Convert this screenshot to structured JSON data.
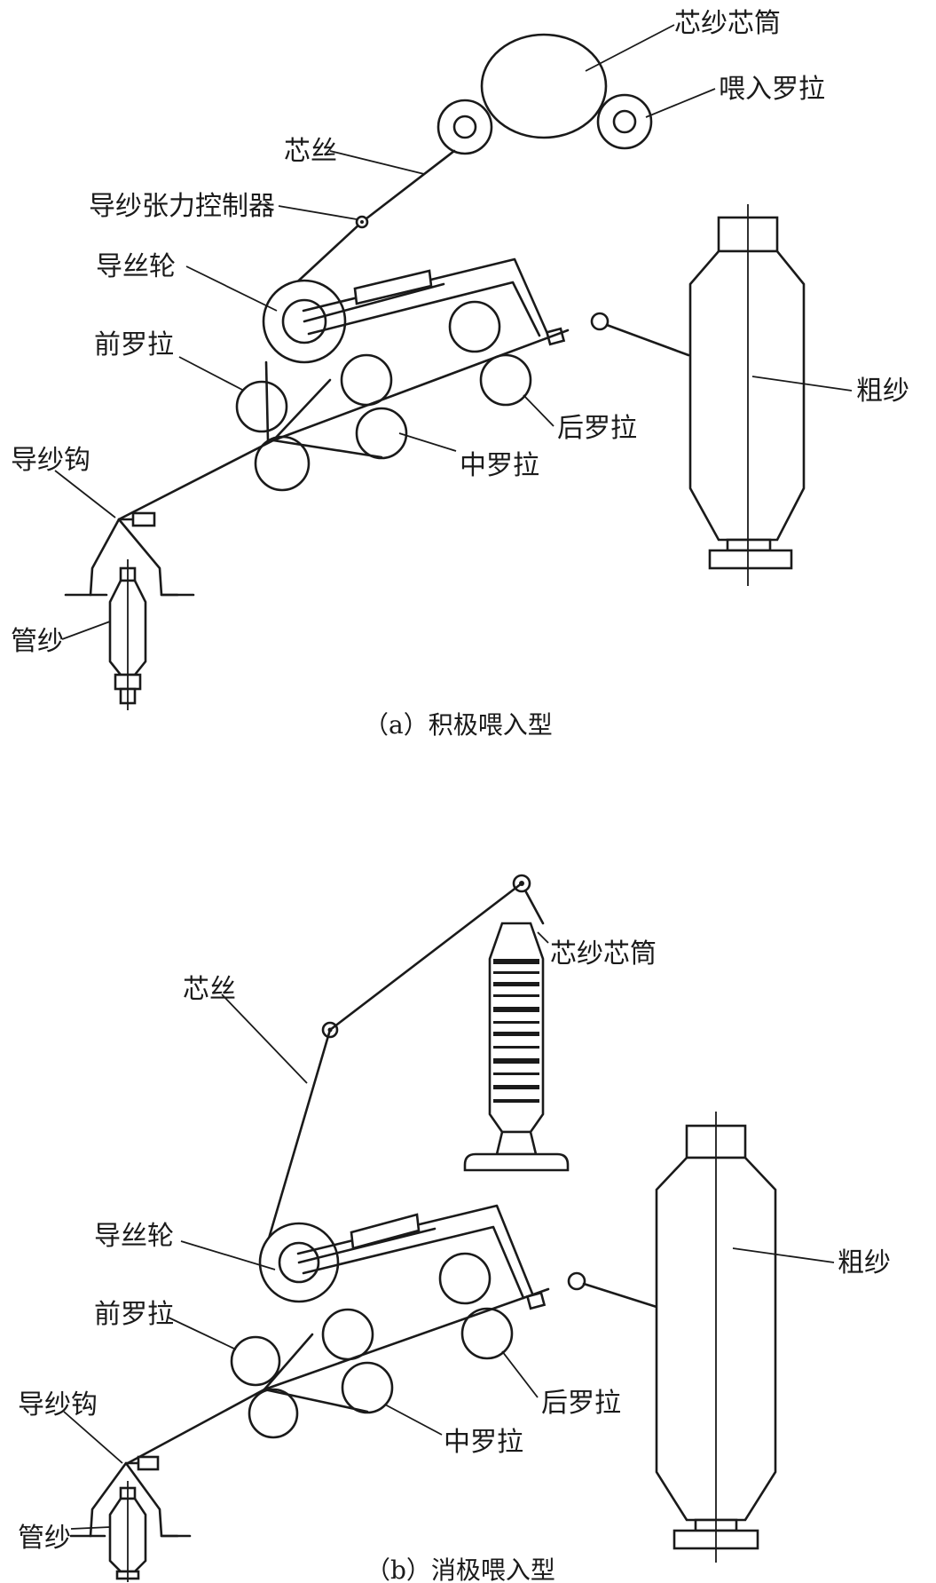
{
  "panel_a": {
    "caption": "（a）积极喂入型",
    "labels": {
      "core_bobbin": "芯纱芯筒",
      "feed_roller": "喂入罗拉",
      "core_filament": "芯丝",
      "tension_controller": "导纱张力控制器",
      "guide_wheel": "导丝轮",
      "front_roller": "前罗拉",
      "roving": "粗纱",
      "back_roller": "后罗拉",
      "middle_roller": "中罗拉",
      "yarn_guide_hook": "导纱钩",
      "cop": "管纱"
    }
  },
  "panel_b": {
    "caption": "（b）消极喂入型",
    "labels": {
      "core_bobbin": "芯纱芯筒",
      "core_filament": "芯丝",
      "guide_wheel": "导丝轮",
      "front_roller": "前罗拉",
      "roving": "粗纱",
      "back_roller": "后罗拉",
      "middle_roller": "中罗拉",
      "yarn_guide_hook": "导纱钩",
      "cop": "管纱"
    }
  }
}
